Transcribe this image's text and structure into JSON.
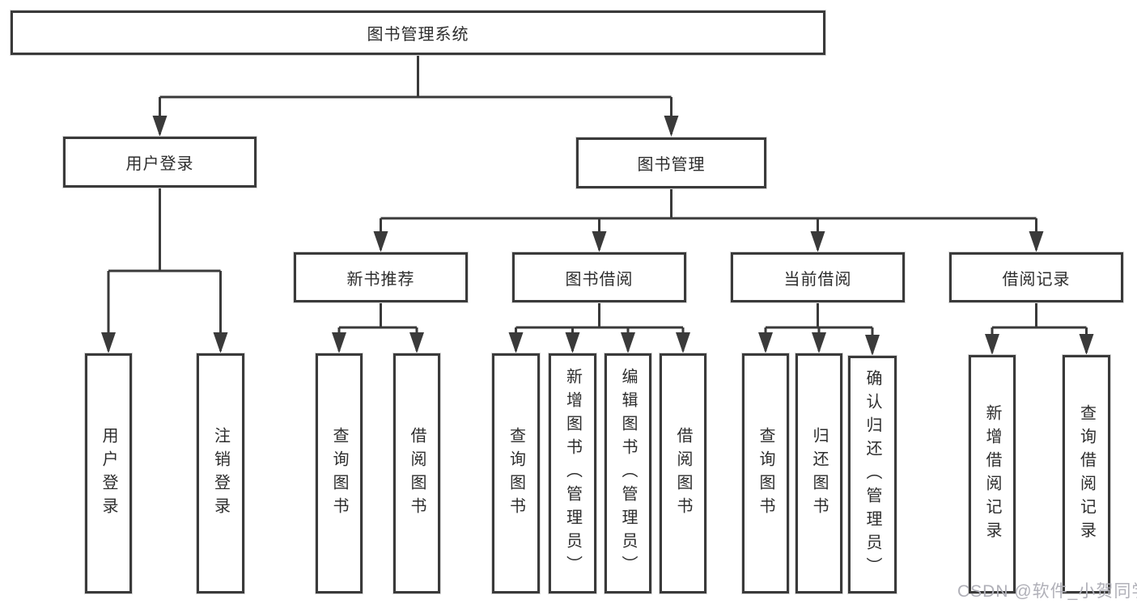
{
  "colors": {
    "line": "#3a3a3a",
    "box_border": "#3a3a3a",
    "box_fill": "#ffffff",
    "text": "#2d2d2d",
    "watermark": "#b0b0b8",
    "background": "#ffffff"
  },
  "watermark": "CSDN @软件_小贺同学",
  "tree": {
    "label": "图书管理系统",
    "branches": [
      {
        "label": "用户登录",
        "leaves": [
          "用户登录",
          "注销登录"
        ]
      },
      {
        "label": "图书管理",
        "groups": [
          {
            "label": "新书推荐",
            "leaves": [
              "查询图书",
              "借阅图书"
            ]
          },
          {
            "label": "图书借阅",
            "leaves": [
              "查询图书",
              "新增图书（管理员）",
              "编辑图书（管理员）",
              "借阅图书"
            ]
          },
          {
            "label": "当前借阅",
            "leaves": [
              "查询图书",
              "归还图书",
              "确认归还（管理员）"
            ]
          },
          {
            "label": "借阅记录",
            "leaves": [
              "新增借阅记录",
              "查询借阅记录"
            ]
          }
        ]
      }
    ]
  }
}
